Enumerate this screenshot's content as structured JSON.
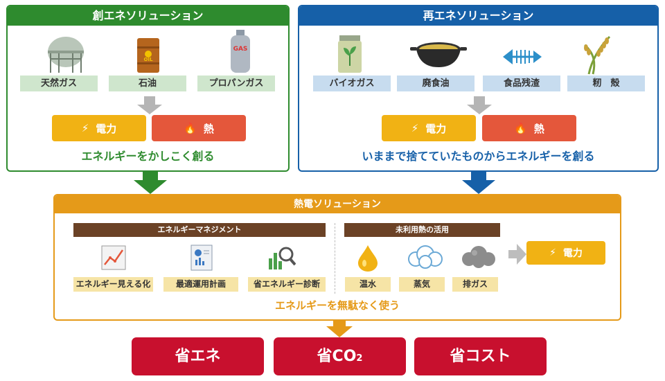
{
  "create": {
    "title": "創エネソリューション",
    "items": [
      {
        "label": "天然ガス",
        "icon": "gas-tank-icon"
      },
      {
        "label": "石油",
        "icon": "oil-drum-icon"
      },
      {
        "label": "プロパンガス",
        "icon": "propane-cylinder-icon"
      }
    ],
    "oil_drum_text": "OIL",
    "gas_cylinder_text": "GAS",
    "power_label": "電力",
    "heat_label": "熱",
    "tagline": "エネルギーをかしこく創る"
  },
  "renew": {
    "title": "再エネソリューション",
    "items": [
      {
        "label": "バイオガス",
        "icon": "biogas-container-icon"
      },
      {
        "label": "廃食油",
        "icon": "frying-pan-icon"
      },
      {
        "label": "食品残渣",
        "icon": "fish-bone-icon"
      },
      {
        "label": "籾　殻",
        "icon": "rice-plant-icon"
      }
    ],
    "power_label": "電力",
    "heat_label": "熱",
    "tagline": "いままで捨てていたものからエネルギーを創る"
  },
  "heat": {
    "title": "熱電ソリューション",
    "management": {
      "header": "エネルギーマネジメント",
      "items": [
        {
          "label": "エネルギー見える化",
          "icon": "line-chart-icon"
        },
        {
          "label": "最適運用計画",
          "icon": "report-document-icon"
        },
        {
          "label": "省エネルギー診断",
          "icon": "magnifier-chart-icon"
        }
      ]
    },
    "unused": {
      "header": "未利用熱の活用",
      "items": [
        {
          "label": "温水",
          "icon": "water-drop-icon"
        },
        {
          "label": "蒸気",
          "icon": "steam-cloud-icon"
        },
        {
          "label": "排ガス",
          "icon": "exhaust-cloud-icon"
        }
      ]
    },
    "power_label": "電力",
    "tagline": "エネルギーを無駄なく使う"
  },
  "results": {
    "energy": "省エネ",
    "co2_prefix": "省CO",
    "co2_sub": "2",
    "cost": "省コスト"
  },
  "colors": {
    "create": "#2e8b2e",
    "renew": "#1660a8",
    "heat": "#e59a19",
    "power": "#f1b214",
    "heat_pill": "#e4573b",
    "result": "#c8102e"
  }
}
